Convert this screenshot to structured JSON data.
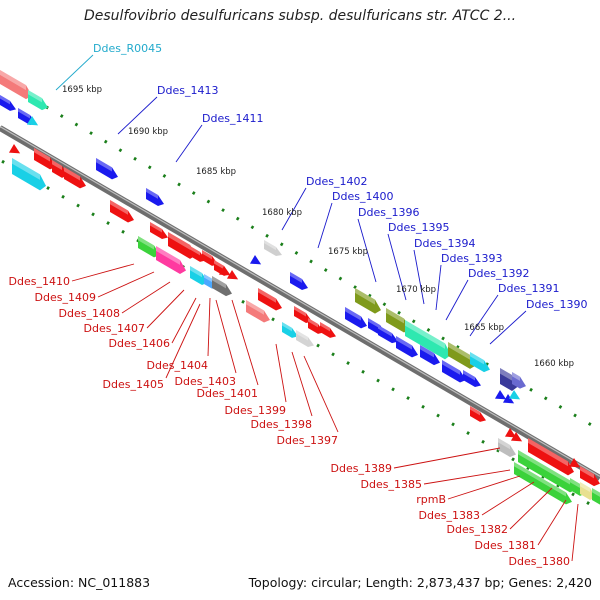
{
  "title": "Desulfovibrio desulfuricans subsp. desulfuricans str. ATCC 2...",
  "footer": {
    "accession": "Accession: NC_011883",
    "stats": "Topology: circular; Length: 2,873,437 bp; Genes: 2,420"
  },
  "colors": {
    "backbone": "#6e6e6e",
    "tick": "#1b7f1b",
    "label_outer": "#1a1acc",
    "label_inner": "#cc1111",
    "label_rna": "#22aacc",
    "kbp": "#222222"
  },
  "kbp_ticks": [
    "1695 kbp",
    "1690 kbp",
    "1685 kbp",
    "1680 kbp",
    "1675 kbp",
    "1670 kbp",
    "1665 kbp",
    "1660 kbp"
  ],
  "labels_top": [
    "Ddes_R0045",
    "Ddes_1413",
    "Ddes_1411",
    "Ddes_1402",
    "Ddes_1400",
    "Ddes_1396",
    "Ddes_1395",
    "Ddes_1394",
    "Ddes_1393",
    "Ddes_1392",
    "Ddes_1391",
    "Ddes_1390"
  ],
  "labels_bottom_left": [
    "Ddes_1410",
    "Ddes_1409",
    "Ddes_1408",
    "Ddes_1407",
    "Ddes_1406",
    "Ddes_1404",
    "Ddes_1405",
    "Ddes_1403",
    "Ddes_1401",
    "Ddes_1399",
    "Ddes_1398",
    "Ddes_1397"
  ],
  "labels_bottom_right": [
    "Ddes_1389",
    "Ddes_1385",
    "rpmB",
    "Ddes_1383",
    "Ddes_1382",
    "Ddes_1381",
    "Ddes_1380"
  ]
}
